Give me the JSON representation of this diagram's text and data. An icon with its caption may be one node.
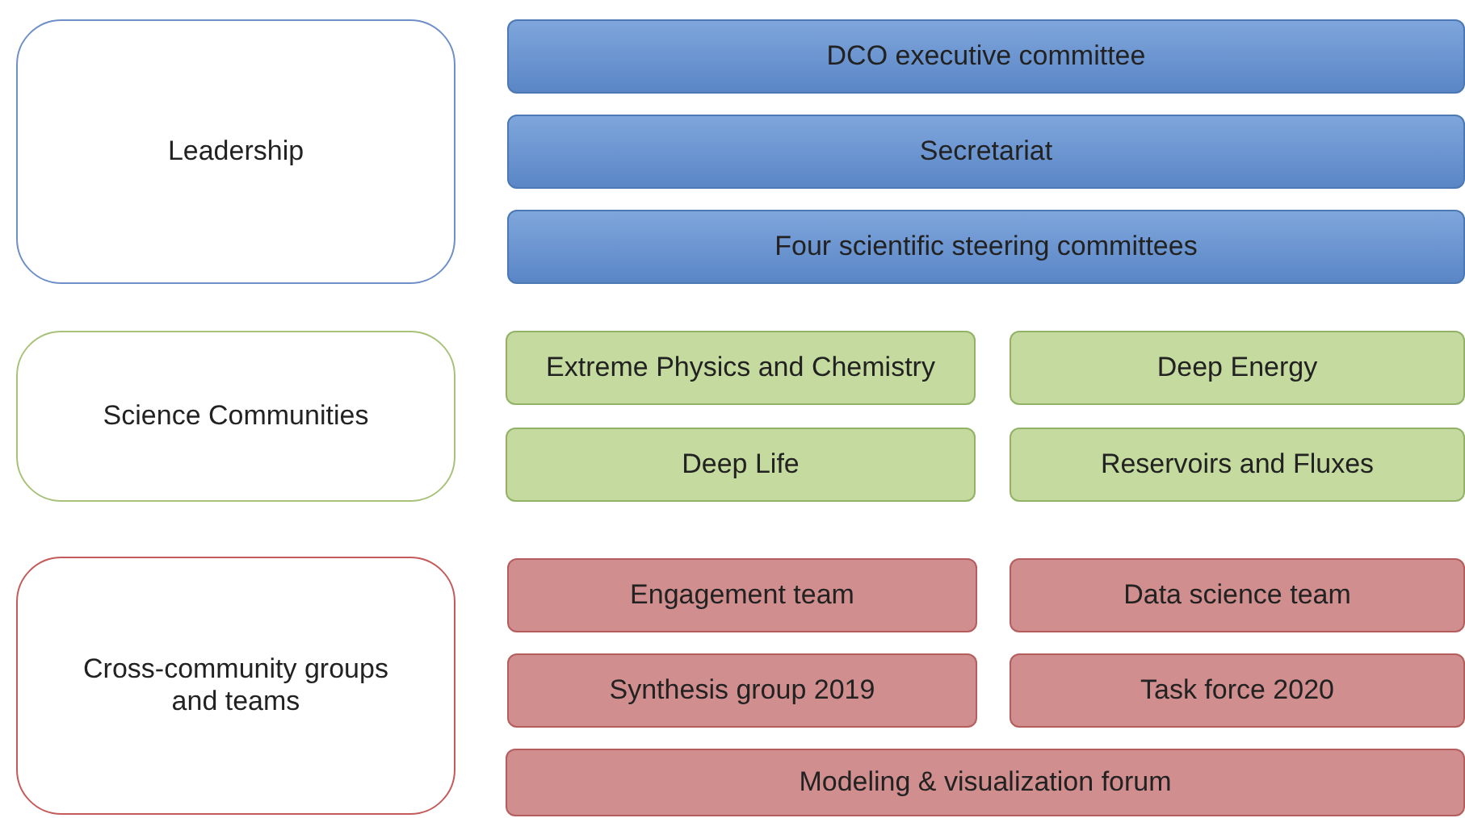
{
  "diagram": {
    "nodes": [
      {
        "text": [
          "Leadership"
        ]
      },
      {
        "text": [
          "DCO executive committee"
        ]
      },
      {
        "text": [
          "Secretariat"
        ]
      },
      {
        "text": [
          "Four scientific steering committees"
        ]
      },
      {
        "text": [
          "Science Communities"
        ]
      },
      {
        "text": [
          "Extreme Physics and Chemistry"
        ]
      },
      {
        "text": [
          "Deep Energy"
        ]
      },
      {
        "text": [
          "Deep Life"
        ]
      },
      {
        "text": [
          "Reservoirs and Fluxes"
        ]
      },
      {
        "text": [
          "Cross-community groups and teams"
        ]
      },
      {
        "text": [
          "Engagement team"
        ]
      },
      {
        "text": [
          "Data science team"
        ]
      },
      {
        "text": [
          "Synthesis group 2019"
        ]
      },
      {
        "text": [
          "Task force 2020"
        ]
      },
      {
        "text": [
          "Modeling & visualization forum"
        ]
      }
    ]
  }
}
